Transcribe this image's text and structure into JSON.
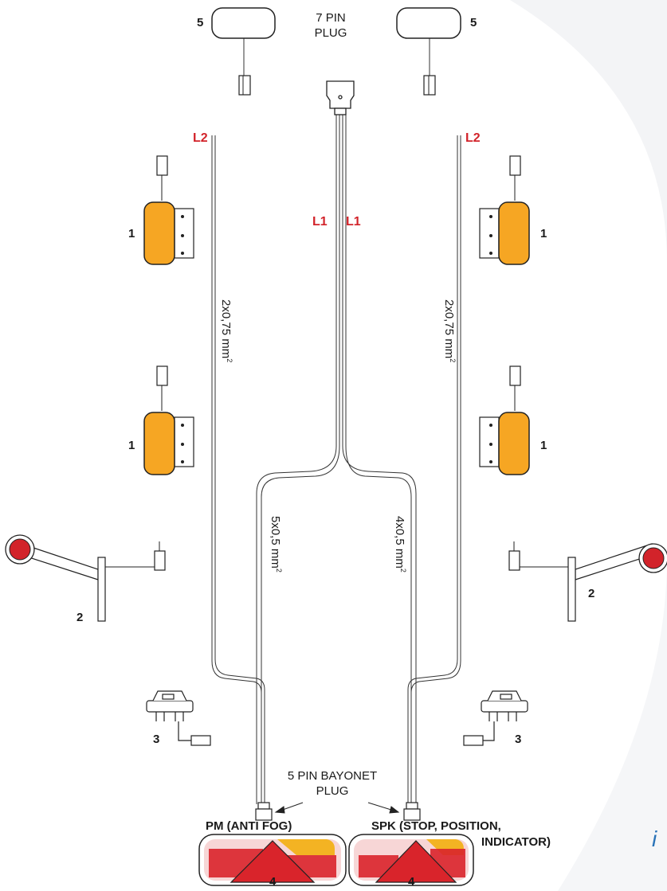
{
  "labels": {
    "seven_pin_plug_l1": "7 PIN",
    "seven_pin_plug_l2": "PLUG",
    "five_pin_plug_l1": "5 PIN BAYONET",
    "five_pin_plug_l2": "PLUG",
    "pm": "PM (ANTI FOG)",
    "spk_l1": "SPK (STOP, POSITION,",
    "spk_l2": "INDICATOR)",
    "l1": "L1",
    "l2": "L2",
    "wire_075": "2x0,75 mm",
    "wire_5x05": "5x0,5 mm",
    "wire_4x05": "4x0,5 mm",
    "superscript": "2",
    "n1": "1",
    "n2": "2",
    "n3": "3",
    "n4": "4",
    "n5": "5",
    "brand_fragment": "i"
  },
  "colors": {
    "wire": "#333333",
    "marker_amber": "#f6a623",
    "marker_red": "#d2232a",
    "lamp_red": "#d9242b",
    "lamp_yellow": "#f3b323",
    "label_red": "#d2232a",
    "brand_blue": "#2a73b8"
  }
}
